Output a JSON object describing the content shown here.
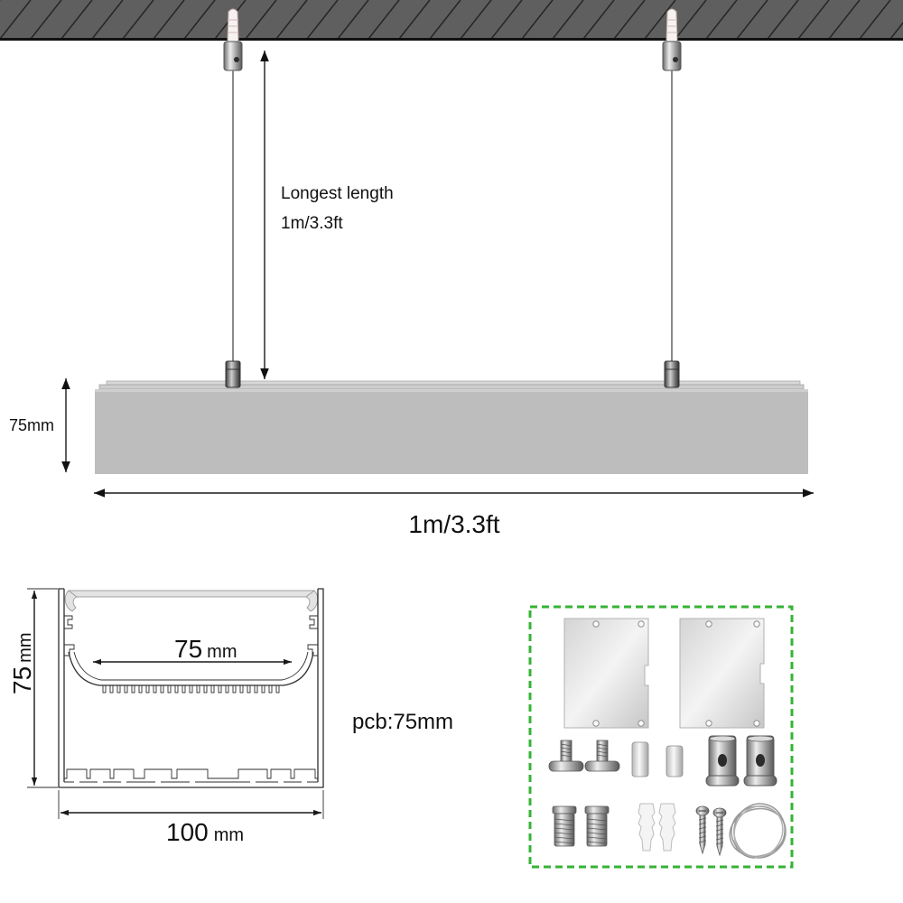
{
  "suspension": {
    "label": "Longest length",
    "length": "1m/3.3ft"
  },
  "side_view": {
    "height": "75mm",
    "length": "1m/3.3ft"
  },
  "cross_section": {
    "height": {
      "value": "75",
      "unit": "mm"
    },
    "inner_width": {
      "value": "75",
      "unit": "mm"
    },
    "width": {
      "value": "100",
      "unit": "mm"
    }
  },
  "pcb_label": "pcb:75mm",
  "colors": {
    "ceiling": "#5f5f5f",
    "profile": "#bdbdbd",
    "accessory_border": "#35b335"
  }
}
